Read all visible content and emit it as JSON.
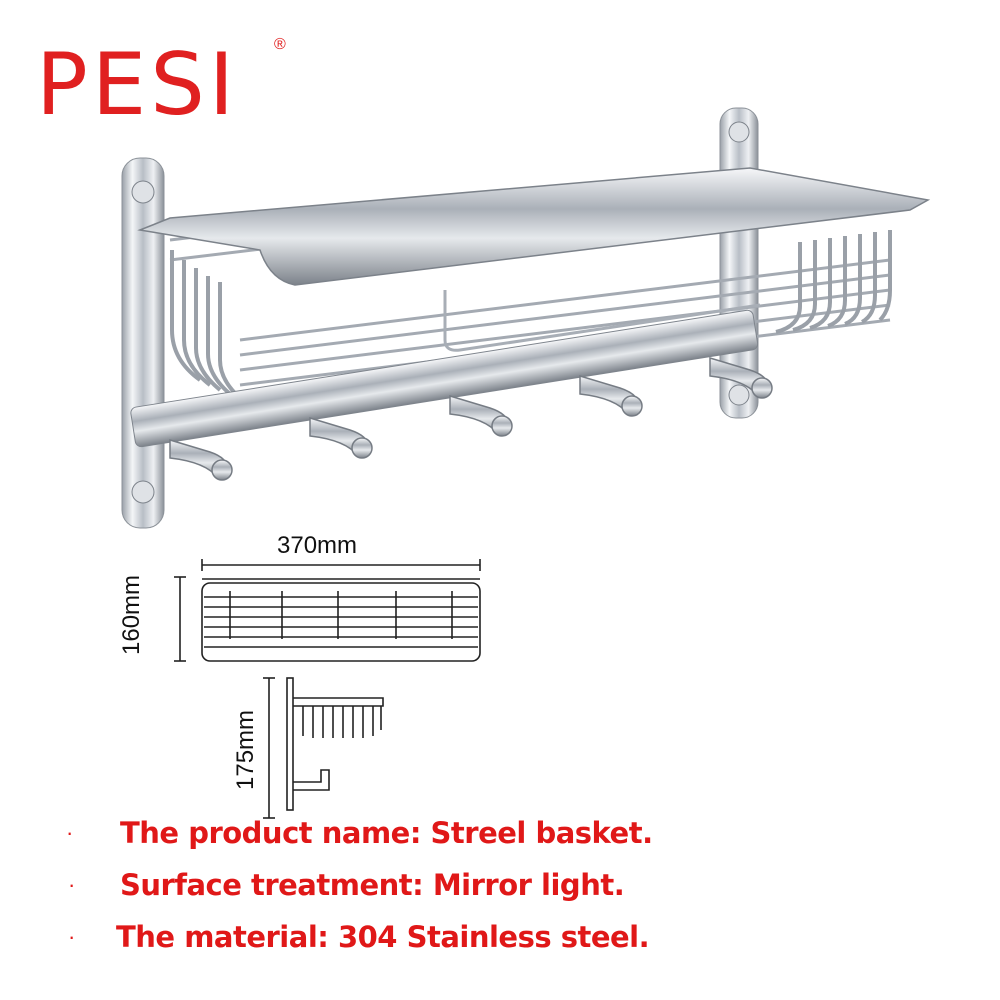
{
  "brand": {
    "name": "PESI",
    "registered_mark": "®",
    "color": "#e02020"
  },
  "dimensions": {
    "width": "370mm",
    "height": "160mm",
    "depth": "175mm"
  },
  "specs": [
    {
      "bullet": "·",
      "text": "The product name: Streel basket."
    },
    {
      "bullet": "·",
      "text": "Surface treatment: Mirror light."
    },
    {
      "bullet": "·",
      "text": "The material: 304 Stainless steel."
    }
  ],
  "spec_color": "#e01818"
}
